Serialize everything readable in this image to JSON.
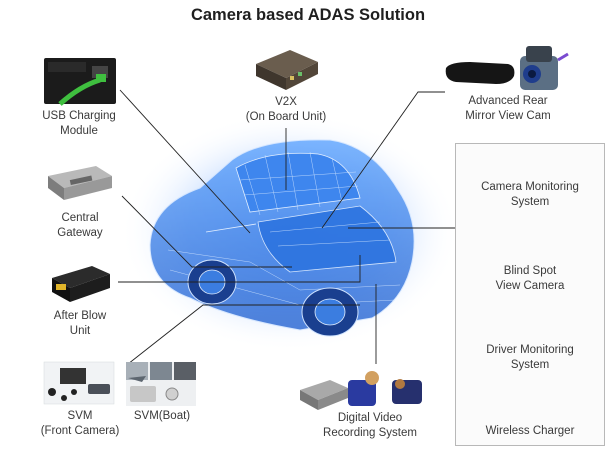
{
  "title": "Camera based ADAS Solution",
  "components": {
    "usb_charging": [
      "USB Charging",
      "Module"
    ],
    "v2x": [
      "V2X",
      "(On Board Unit)"
    ],
    "rear_mirror": [
      "Advanced Rear",
      "Mirror View Cam"
    ],
    "central_gateway": [
      "Central",
      "Gateway"
    ],
    "after_blow": [
      "After Blow",
      "Unit"
    ],
    "svm_front": [
      "SVM",
      "(Front Camera)"
    ],
    "svm_boat": [
      "SVM(Boat)"
    ],
    "dvrs": [
      "Digital Video",
      "Recording System"
    ]
  },
  "panel": {
    "camera_monitoring": [
      "Camera Monitoring",
      "System"
    ],
    "blind_spot": [
      "Blind Spot",
      "View Camera"
    ],
    "driver_monitoring": [
      "Driver Monitoring",
      "System"
    ],
    "wireless_charger": [
      "Wireless Charger"
    ]
  },
  "colors": {
    "accent_blue": "#2f7fe8",
    "glow_blue": "#6fa8ff",
    "usb_green": "#3fbf3f",
    "line": "#222222"
  },
  "icons": {
    "usb": "usb-module-icon",
    "v2x": "obu-box-icon",
    "mirror": "rear-mirror-camera-icon",
    "gateway": "gateway-box-icon",
    "after_blow": "after-blow-unit-icon",
    "svm_front": "svm-front-camera-icon",
    "svm_boat": "svm-boat-icon",
    "dvrs": "dashcam-set-icon",
    "cms": "cms-display-icon",
    "bsv": "blind-spot-camera-icon",
    "dms": "dms-module-icon",
    "charger": "wireless-charger-icon",
    "car": "wireframe-car-icon"
  }
}
